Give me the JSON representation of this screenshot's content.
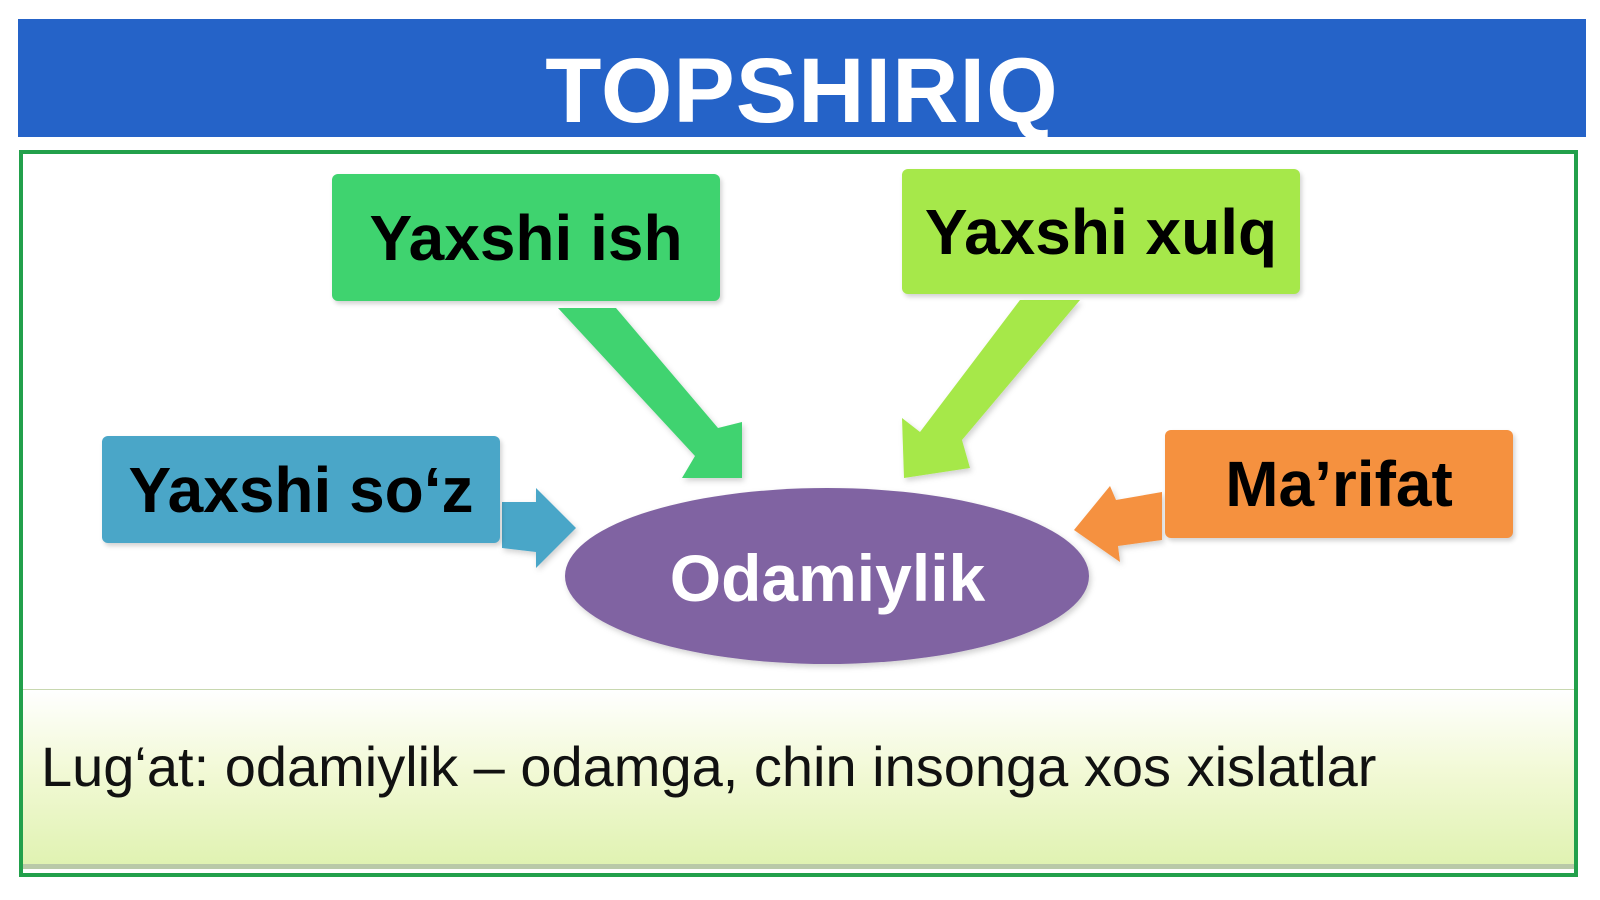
{
  "title": "TOPSHIRIQ",
  "diagram": {
    "center": "Odamiylik",
    "nodes": [
      {
        "id": "ish",
        "label": "Yaxshi ish"
      },
      {
        "id": "xulq",
        "label": "Yaxshi xulq"
      },
      {
        "id": "soz",
        "label": "Yaxshi so‘z"
      },
      {
        "id": "marifat",
        "label": "Ma’rifat"
      }
    ]
  },
  "vocab": {
    "text": "Lug‘at: odamiylik – odamga, chin insonga xos xislatlar"
  },
  "colors": {
    "title_bg": "#2563c8",
    "frame_border": "#22a04b",
    "ish": "#3fd36f",
    "xulq": "#a6e84a",
    "soz": "#4aa6c8",
    "marifat": "#f5913f",
    "center": "#8064a2"
  }
}
